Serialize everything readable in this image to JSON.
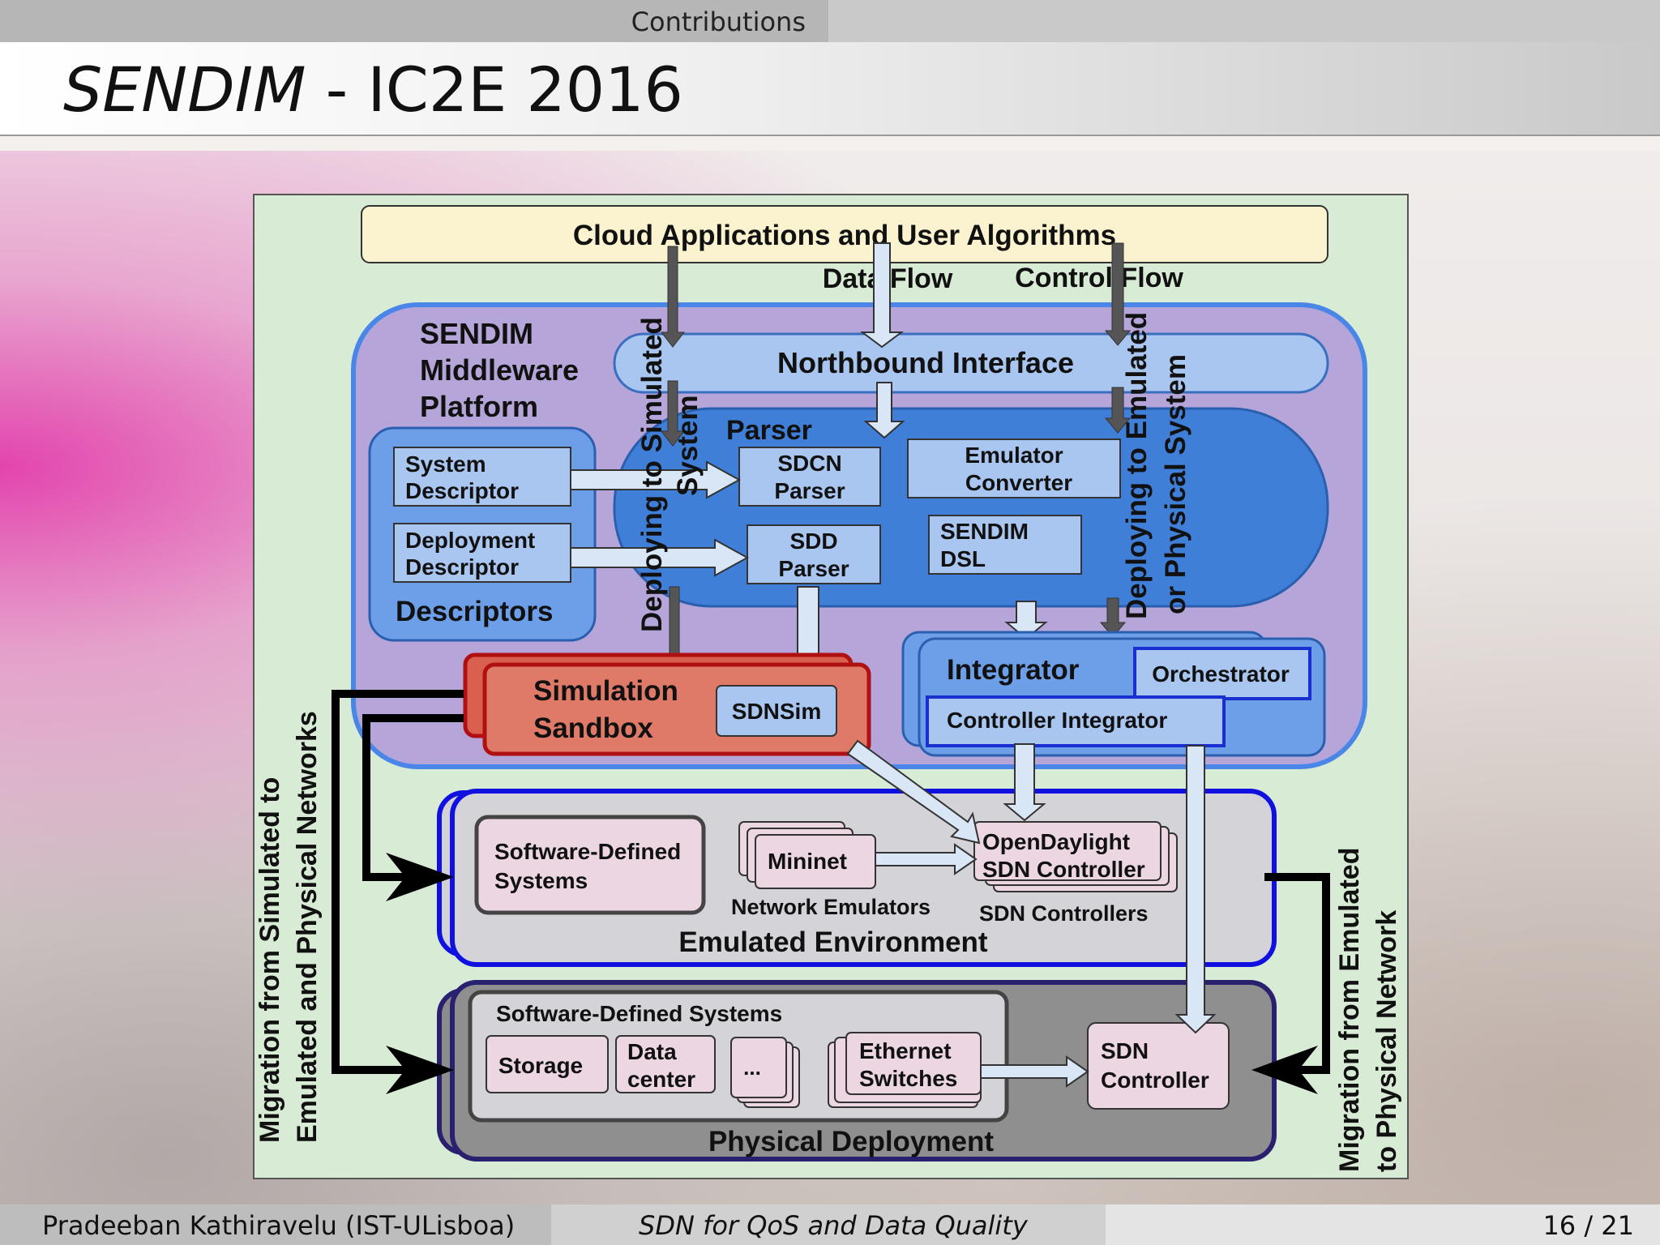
{
  "header": {
    "section": "Contributions"
  },
  "slide": {
    "title_italic": "SENDIM",
    "title_rest": " - IC2E 2016"
  },
  "diagram": {
    "cloud_apps": "Cloud Applications and User Algorithms",
    "data_flow": "Data Flow",
    "control_flow": "Control Flow",
    "middleware_1": "SENDIM",
    "middleware_2": "Middleware",
    "middleware_3": "Platform",
    "northbound": "Northbound Interface",
    "parser": "Parser",
    "system_desc_1": "System",
    "system_desc_2": "Descriptor",
    "deploy_desc_1": "Deployment",
    "deploy_desc_2": "Descriptor",
    "descriptors": "Descriptors",
    "sdcn_1": "SDCN",
    "sdcn_2": "Parser",
    "sdd_1": "SDD",
    "sdd_2": "Parser",
    "emulator_1": "Emulator",
    "emulator_2": "Converter",
    "sendim_dsl_1": "SENDIM",
    "sendim_dsl_2": "DSL",
    "deploy_sim_1": "Deploying to Simulated",
    "deploy_sim_2": "System",
    "deploy_emu_1": "Deploying to Emulated",
    "deploy_emu_2": "or Physical System",
    "sim_sandbox_1": "Simulation",
    "sim_sandbox_2": "Sandbox",
    "sdnsim": "SDNSim",
    "integrator": "Integrator",
    "orchestrator": "Orchestrator",
    "controller_integrator": "Controller Integrator",
    "sds_emu_1": "Software-Defined",
    "sds_emu_2": "Systems",
    "mininet": "Mininet",
    "network_emulators": "Network Emulators",
    "opendaylight_1": "OpenDaylight",
    "opendaylight_2": "SDN Controller",
    "sdn_controllers": "SDN Controllers",
    "emulated_env": "Emulated Environment",
    "sds_phys": "Software-Defined Systems",
    "storage": "Storage",
    "datacenter_1": "Data",
    "datacenter_2": "center",
    "ellipsis": "...",
    "ethernet_1": "Ethernet",
    "ethernet_2": "Switches",
    "sdn_ctrl_1": "SDN",
    "sdn_ctrl_2": "Controller",
    "physical": "Physical Deployment",
    "mig_left_1": "Migration from Simulated to",
    "mig_left_2": "Emulated and Physical Networks",
    "mig_right_1": "Migration from Emulated",
    "mig_right_2": "to Physical Network"
  },
  "footer": {
    "author": "Pradeeban Kathiravelu  (IST-ULisboa)",
    "talk": "SDN for QoS and Data Quality",
    "page": "16 / 21"
  }
}
